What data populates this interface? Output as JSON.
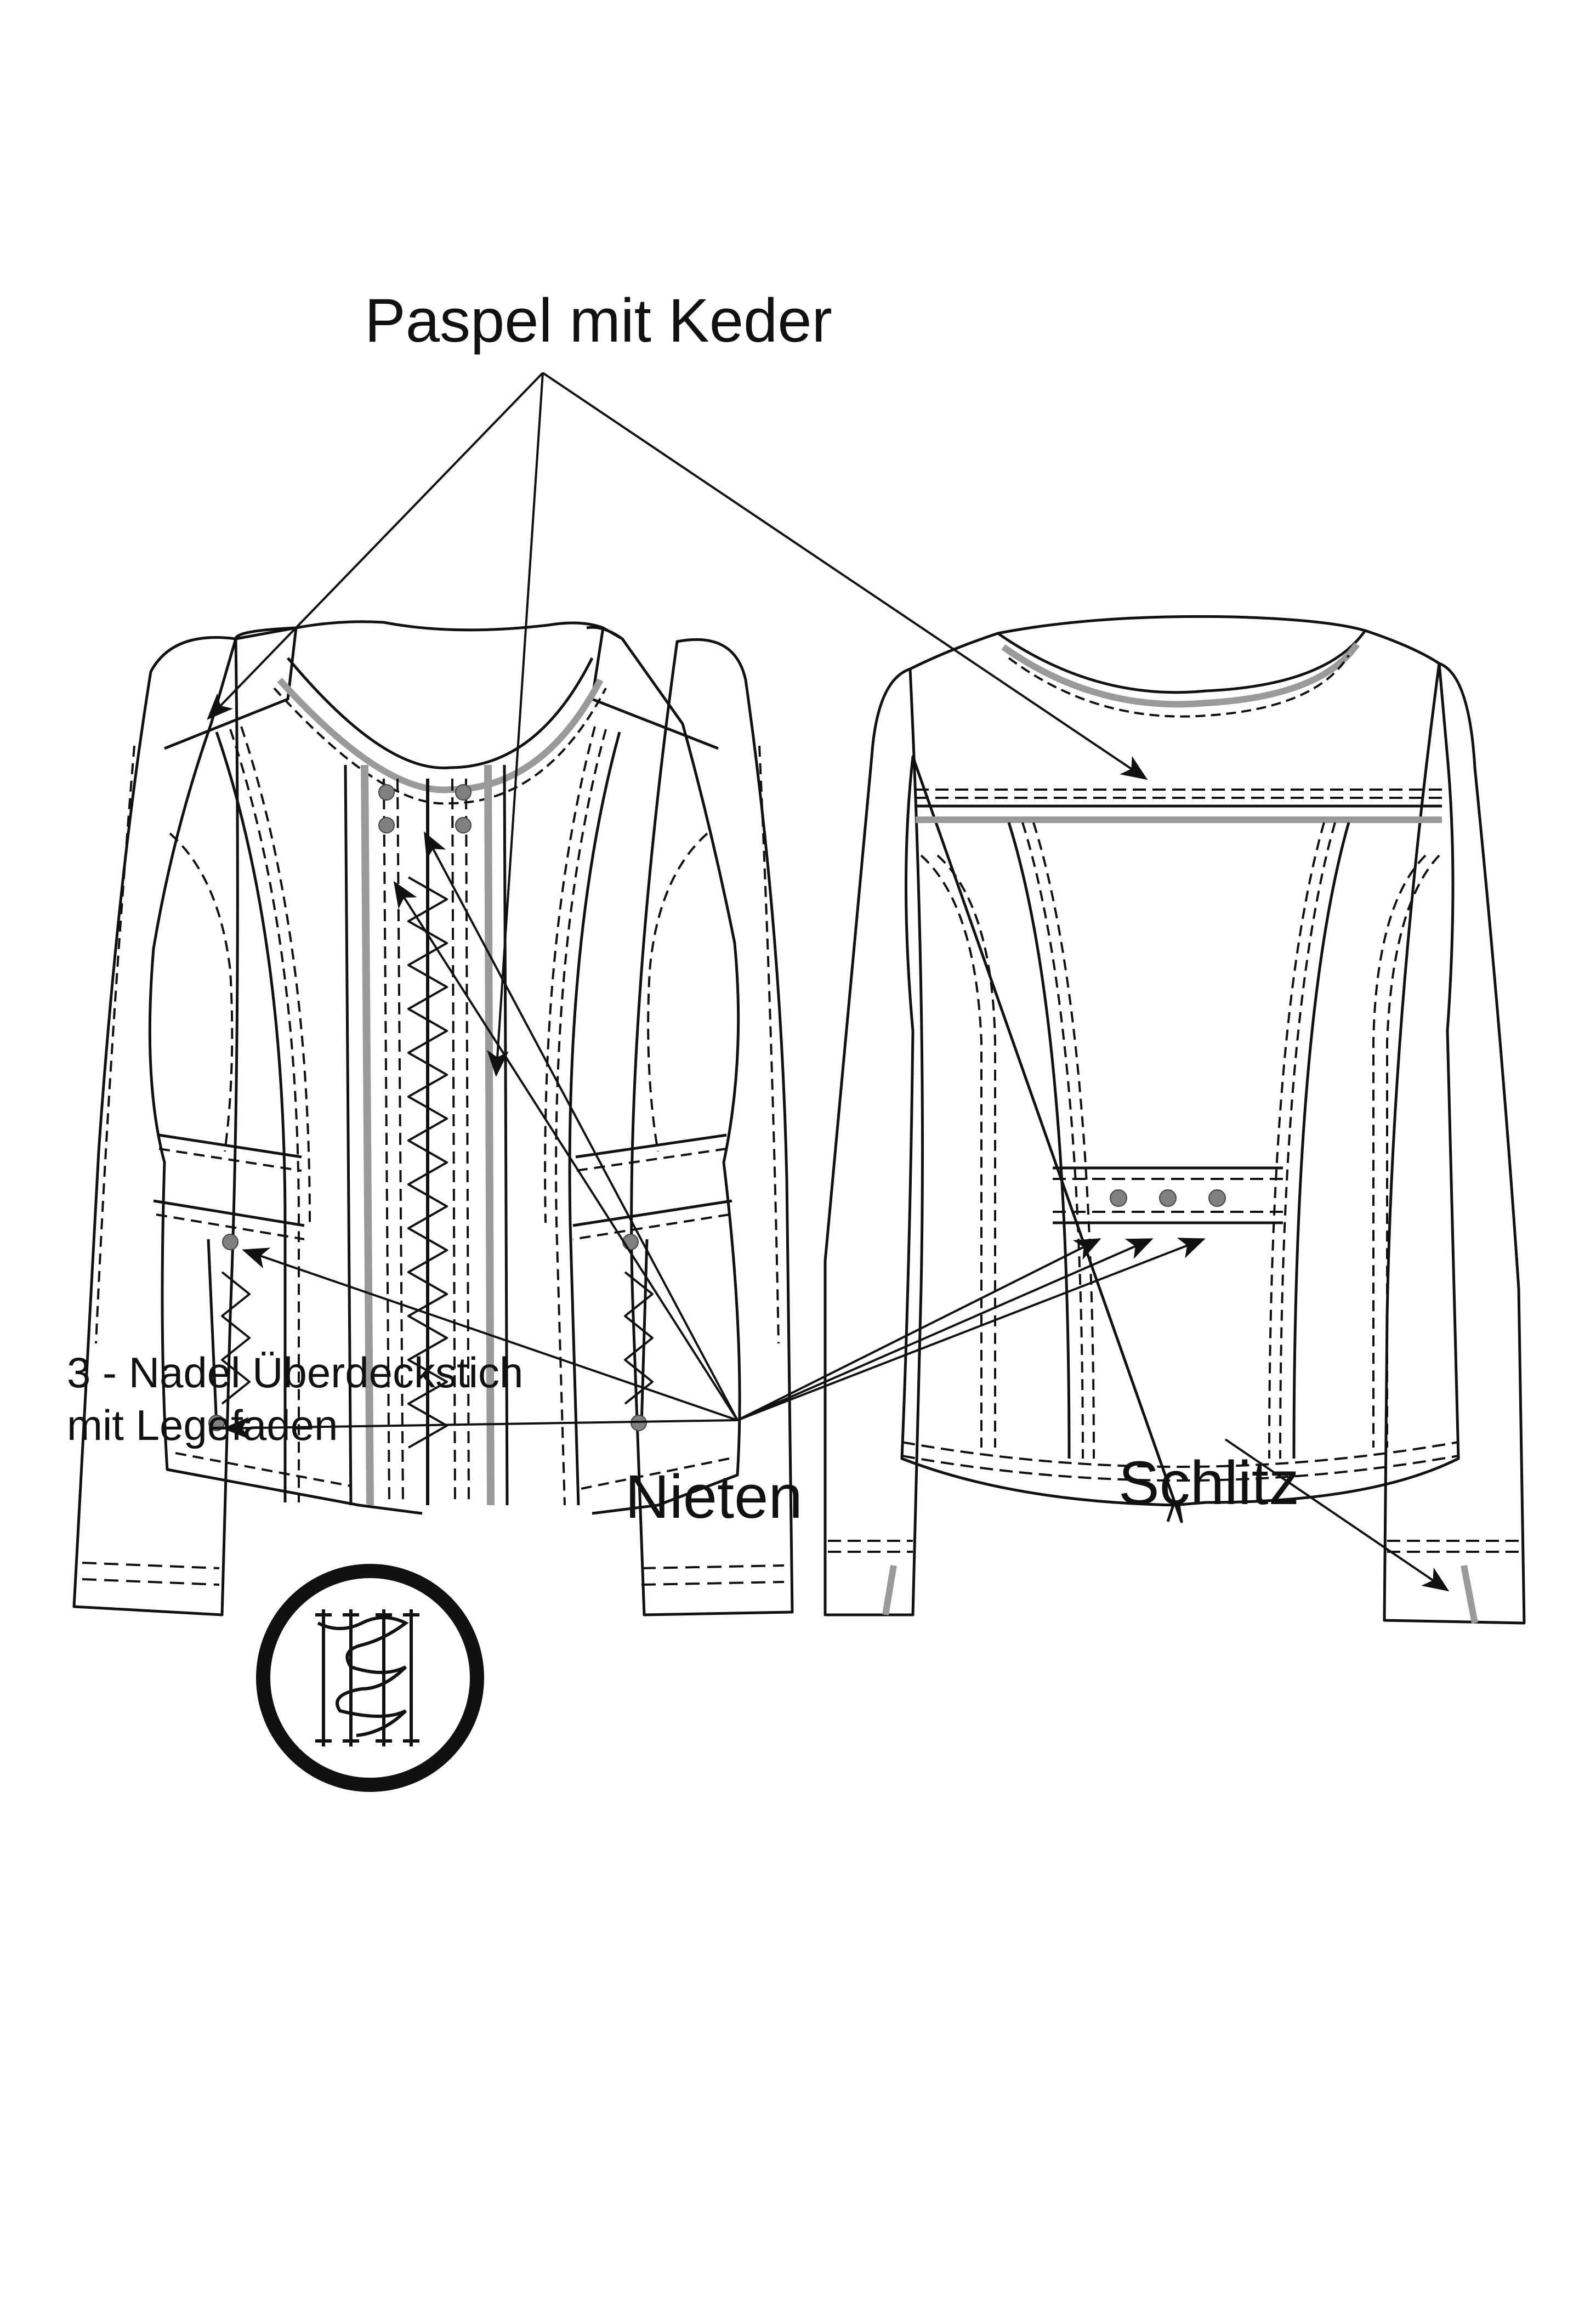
{
  "labels": {
    "paspel": "Paspel mit Keder",
    "nieten": "Nieten",
    "schlitz": "Schlitz",
    "stitch_line1": "3 - Nadel Überdeckstich",
    "stitch_line2": "mit Legefaden"
  },
  "colors": {
    "line": "#111111",
    "piping": "#9a9a9a",
    "rivet": "#808080"
  }
}
